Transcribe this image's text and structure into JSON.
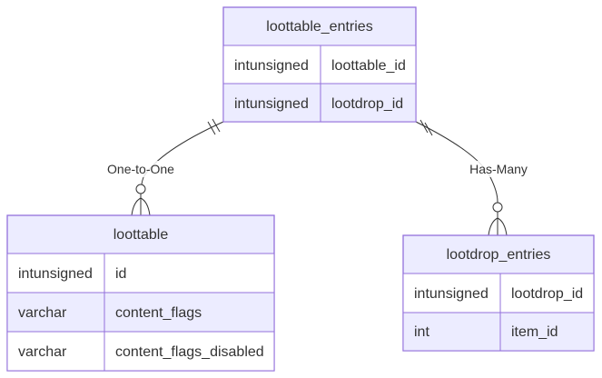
{
  "entities": {
    "loottable_entries": {
      "name": "loottable_entries",
      "attributes": [
        {
          "type": "intunsigned",
          "name": "loottable_id"
        },
        {
          "type": "intunsigned",
          "name": "lootdrop_id"
        }
      ]
    },
    "loottable": {
      "name": "loottable",
      "attributes": [
        {
          "type": "intunsigned",
          "name": "id"
        },
        {
          "type": "varchar",
          "name": "content_flags"
        },
        {
          "type": "varchar",
          "name": "content_flags_disabled"
        }
      ]
    },
    "lootdrop_entries": {
      "name": "lootdrop_entries",
      "attributes": [
        {
          "type": "intunsigned",
          "name": "lootdrop_id"
        },
        {
          "type": "int",
          "name": "item_id"
        }
      ]
    }
  },
  "relationships": [
    {
      "from": "loottable_entries",
      "to": "loottable",
      "label": "One-to-One",
      "from_cardinality": "exactly-one",
      "to_cardinality": "zero-or-more"
    },
    {
      "from": "loottable_entries",
      "to": "lootdrop_entries",
      "label": "Has-Many",
      "from_cardinality": "exactly-one",
      "to_cardinality": "zero-or-more"
    }
  ],
  "colors": {
    "entity_fill": "#ECECFF",
    "entity_stroke": "#9370DB",
    "row_alt_fill": "#FFFFFF",
    "line": "#333333",
    "text": "#333333"
  }
}
